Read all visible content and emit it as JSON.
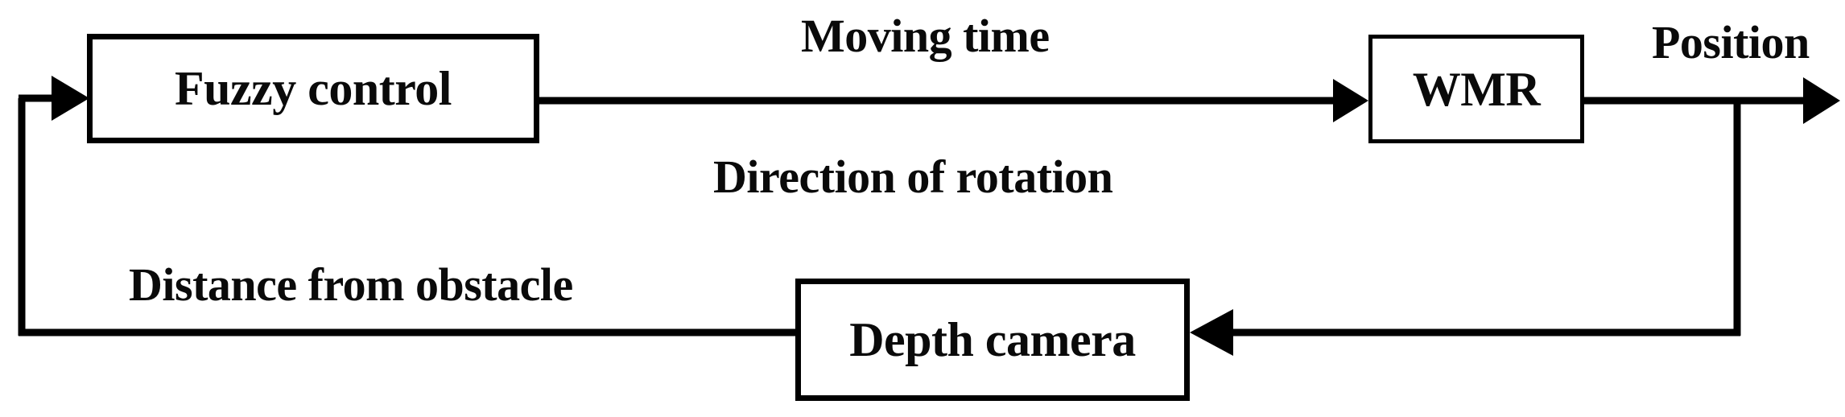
{
  "diagram": {
    "title": "Fuzzy control WMR closed-loop block diagram",
    "colors": {
      "background": "#ffffff",
      "stroke": "#000000",
      "text": "#0a0a0a"
    },
    "blocks": [
      {
        "id": "fuzzy-control",
        "label": "Fuzzy control"
      },
      {
        "id": "wmr",
        "label": "WMR"
      },
      {
        "id": "depth-camera",
        "label": "Depth camera"
      }
    ],
    "signals": [
      {
        "id": "moving-time",
        "label": "Moving time",
        "from": "fuzzy-control",
        "to": "wmr"
      },
      {
        "id": "direction-of-rotation",
        "label": "Direction of rotation",
        "from": "fuzzy-control",
        "to": "wmr"
      },
      {
        "id": "position",
        "label": "Position",
        "from": "wmr",
        "to": "output"
      },
      {
        "id": "distance-from-obstacle",
        "label": "Distance from obstacle",
        "from": "depth-camera",
        "to": "fuzzy-control"
      }
    ],
    "connectors": [
      {
        "id": "feedback-input-arrow",
        "icon": "arrow-right-icon"
      },
      {
        "id": "fuzzy-to-wmr-arrow",
        "icon": "arrow-right-icon"
      },
      {
        "id": "wmr-output-arrow",
        "icon": "arrow-right-icon"
      },
      {
        "id": "position-to-camera-arrow",
        "icon": "arrow-left-icon"
      }
    ]
  }
}
